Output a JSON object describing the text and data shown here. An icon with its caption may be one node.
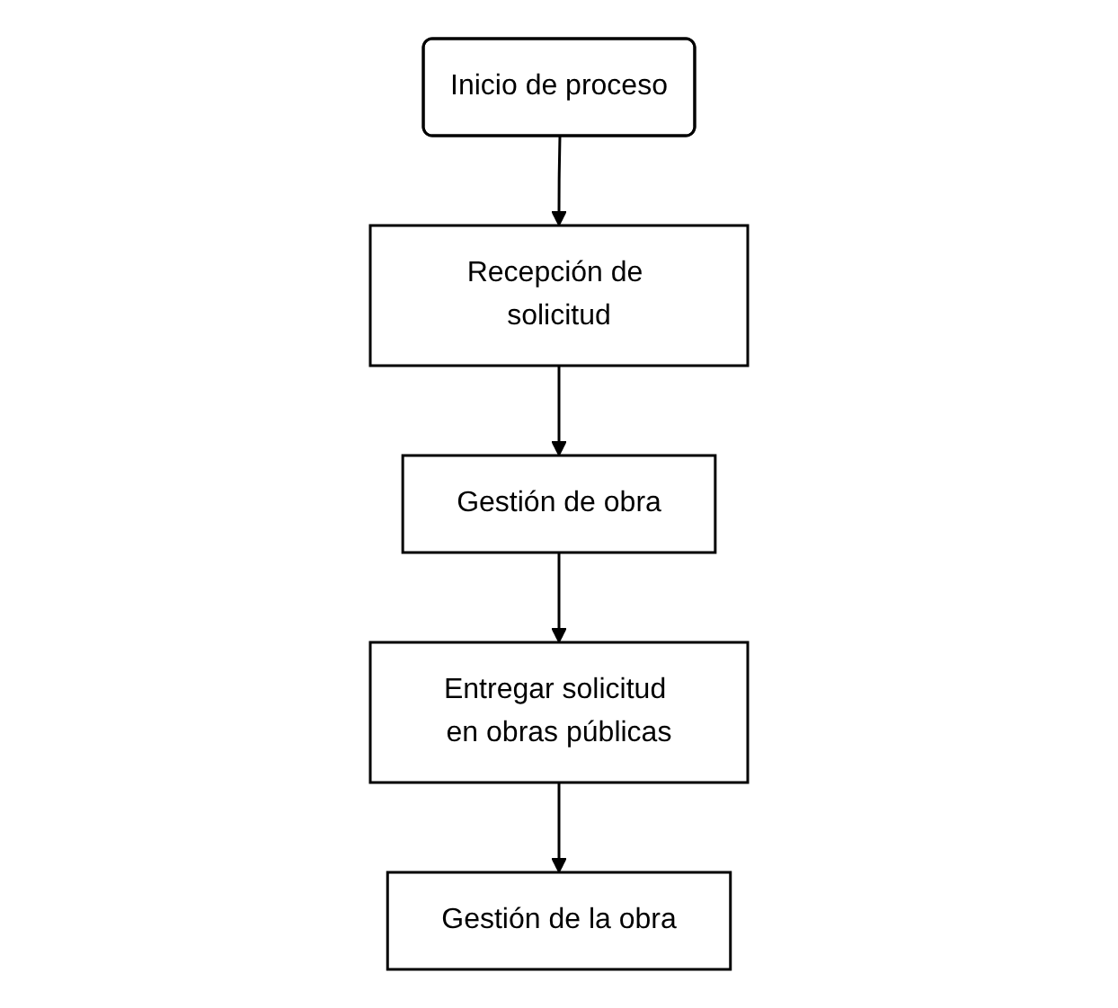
{
  "diagram": {
    "nodes": [
      {
        "text": [
          "Inicio de proceso"
        ]
      },
      {
        "text": [
          "Recepción de solicitud"
        ]
      },
      {
        "text": [
          "Gestión de obra"
        ]
      },
      {
        "text": [
          "Entregar solicitud en obras públicas"
        ]
      },
      {
        "text": [
          "Gestión de la obra"
        ]
      }
    ],
    "edges": [
      {
        "from": 0,
        "to": 1,
        "arrow": "to"
      },
      {
        "from": 1,
        "to": 2,
        "arrow": "to"
      },
      {
        "from": 2,
        "to": 3,
        "arrow": "to"
      },
      {
        "from": 3,
        "to": 4,
        "arrow": "to"
      }
    ]
  }
}
